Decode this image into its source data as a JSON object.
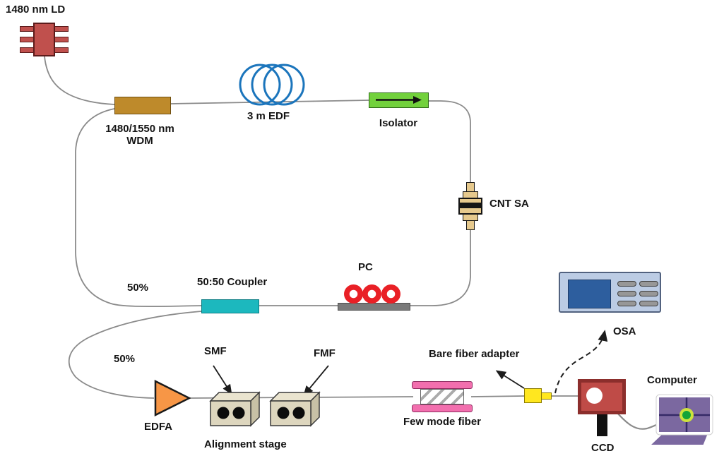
{
  "diagram": {
    "labels": {
      "ld": "1480 nm LD",
      "wdm_line1": "1480/1550 nm",
      "wdm_line2": "WDM",
      "edf": "3 m EDF",
      "isolator": "Isolator",
      "cnt_sa": "CNT SA",
      "pc": "PC",
      "coupler": "50:50 Coupler",
      "tap_upper": "50%",
      "tap_lower": "50%",
      "osa": "OSA",
      "edfa": "EDFA",
      "smf": "SMF",
      "fmf": "FMF",
      "alignment_stage": "Alignment stage",
      "bare_fiber_adapter": "Bare fiber adapter",
      "few_mode_fiber": "Few mode fiber",
      "ccd": "CCD",
      "computer": "Computer"
    },
    "colors": {
      "fiber": "#8a8a8a",
      "ld": "#c0504d",
      "wdm": "#be8a2b",
      "edf_coil": "#1b75bc",
      "isolator": "#72d13c",
      "cnt_tan": "#e6c98d",
      "pc_ring": "#e92026",
      "pc_bar": "#7a7a7a",
      "coupler": "#1cb8be",
      "osa_body": "#bccce4",
      "osa_screen": "#2d5e9e",
      "edfa": "#f79646",
      "stage_front": "#ddd6be",
      "stage_top": "#eae4cf",
      "stage_side": "#c8c1a6",
      "fmf_pink": "#f26fae",
      "adapter": "#ffe71f",
      "ccd": "#bf4b47",
      "laptop_screen": "#7b68a0",
      "dot_green": "#13a438",
      "ring_yellow": "#cde23c"
    }
  }
}
